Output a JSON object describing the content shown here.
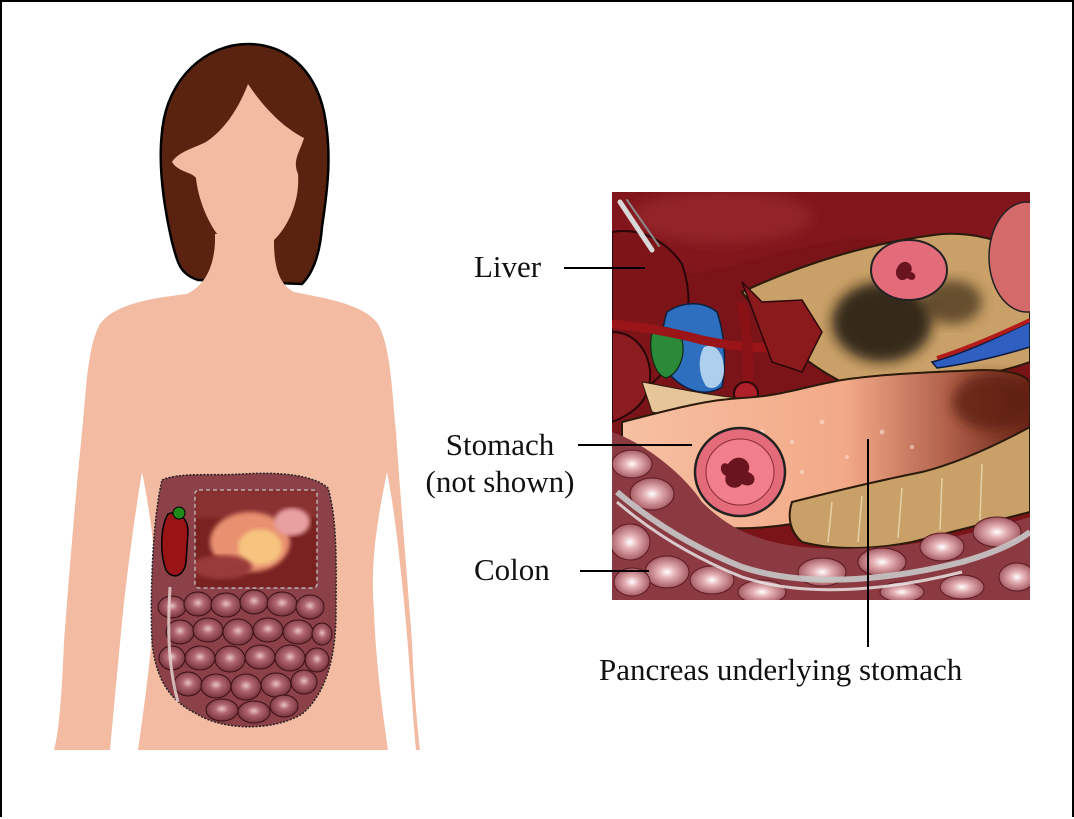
{
  "labels": {
    "liver": "Liver",
    "stomach_line1": "Stomach",
    "stomach_line2": "(not shown)",
    "colon": "Colon",
    "pancreas": "Pancreas underlying stomach"
  },
  "colors": {
    "skin": "#f2bba2",
    "hair": "#5a2310",
    "liver": "#7a1418",
    "pancreas": "#f3b090",
    "colon_tissue": "#8c4048",
    "gallbladder": "#9a1416",
    "bile_duct": "#2f6fc0"
  }
}
